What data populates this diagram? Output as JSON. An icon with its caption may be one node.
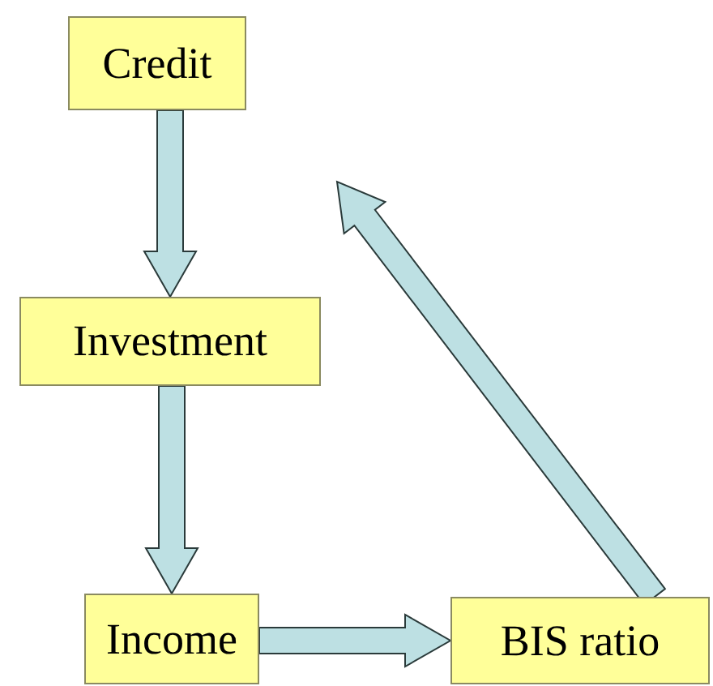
{
  "diagram": {
    "nodes": [
      {
        "text": [
          "Credit"
        ]
      },
      {
        "text": [
          "Investment"
        ]
      },
      {
        "text": [
          "Income"
        ]
      },
      {
        "text": [
          "BIS ratio"
        ]
      }
    ],
    "edges": [
      {
        "from": 0,
        "to": 1,
        "arrow": "to"
      },
      {
        "from": 1,
        "to": 2,
        "arrow": "to"
      },
      {
        "from": 2,
        "to": 3,
        "arrow": "to"
      },
      {
        "from": 3,
        "to": null,
        "arrow": "to"
      }
    ]
  }
}
